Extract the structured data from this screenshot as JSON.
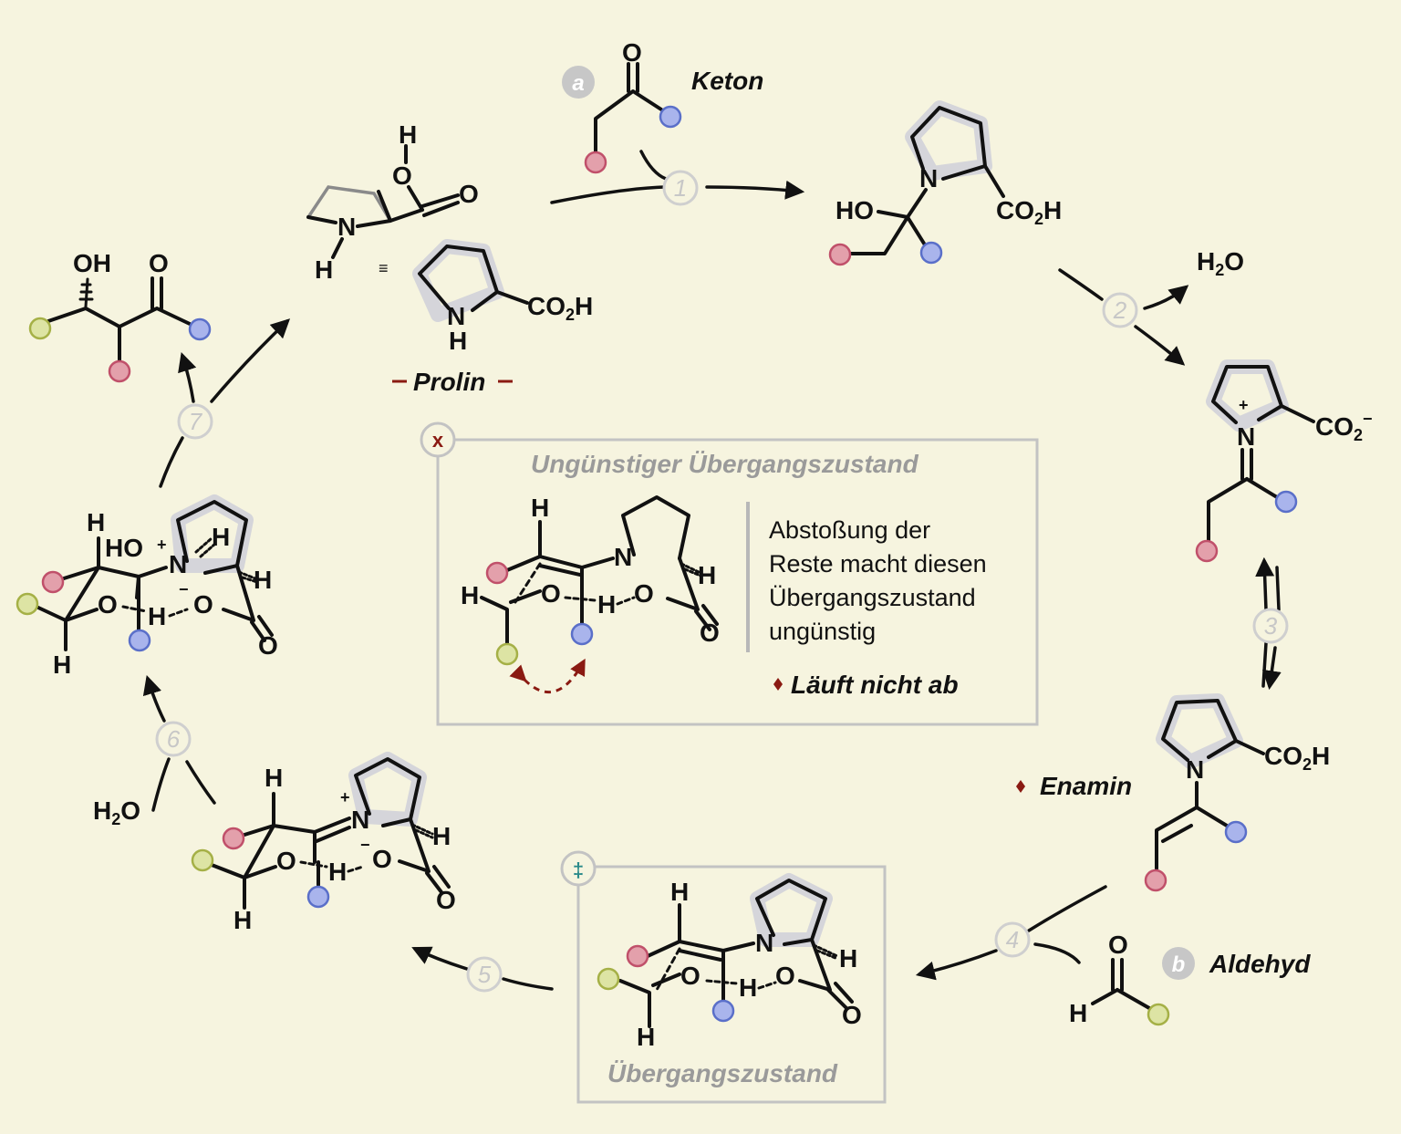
{
  "labels": {
    "keton": "Keton",
    "prolin": "Prolin",
    "enamin": "Enamin",
    "aldehyd": "Aldehyd",
    "unfav_title": "Ungünstiger Übergangszustand",
    "ts_title": "Übergangszustand",
    "note_line1": "Abstoßung der",
    "note_line2": "Reste macht diesen",
    "note_line3": "Übergangszustand",
    "note_line4": "ungünstig",
    "no_reaction": "Läuft nicht ab"
  },
  "badges": {
    "a": "a",
    "b": "b",
    "x": "x",
    "dagger": "‡"
  },
  "steps": [
    "1",
    "2",
    "3",
    "4",
    "5",
    "6",
    "7"
  ],
  "molecules": {
    "water_out": "H2O",
    "water_in": "H2O",
    "co2h": "CO2H",
    "co2_minus": "CO2−"
  },
  "colors": {
    "background": "#f6f4df",
    "substituent_red": "#e3a0ab",
    "substituent_blue": "#a9b4ec",
    "substituent_green": "#dde4a4",
    "accent_dark_red": "#8a1a12",
    "step_grey": "#c7c7c7",
    "ring_halo": "#c9cbd8"
  }
}
